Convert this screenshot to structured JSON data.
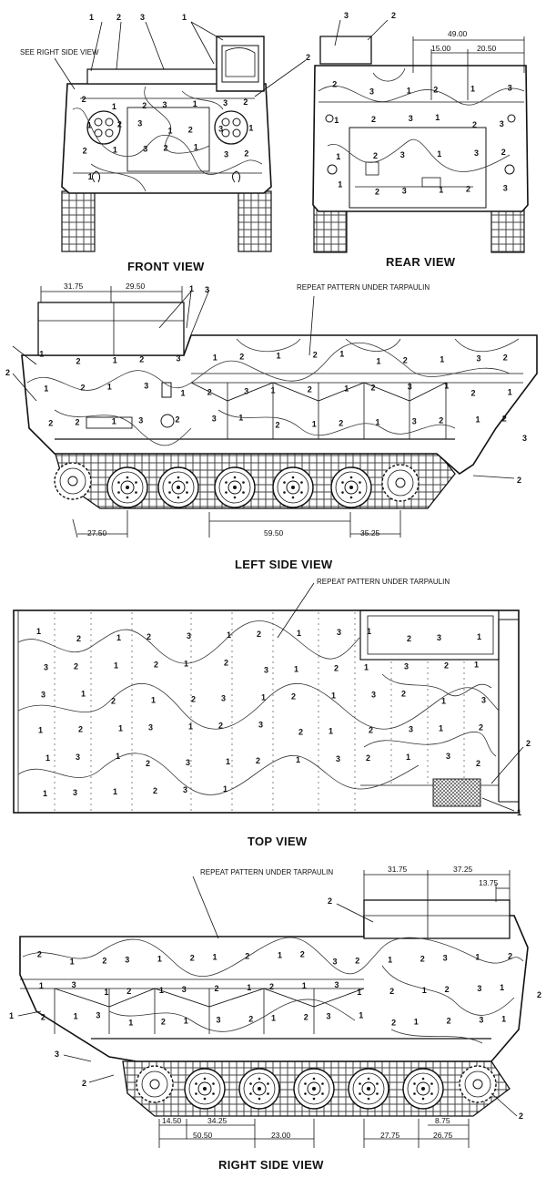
{
  "views": {
    "front": {
      "title": "FRONT VIEW",
      "note": "SEE RIGHT SIDE VIEW",
      "callouts": [
        "1",
        "2",
        "3",
        "1",
        "2"
      ]
    },
    "rear": {
      "title": "REAR VIEW",
      "dims": [
        "49.00",
        "15.00",
        "20.50"
      ],
      "callouts": [
        "3",
        "2"
      ]
    },
    "left": {
      "title": "LEFT SIDE VIEW",
      "note": "REPEAT PATTERN UNDER TARPAULIN",
      "dims_top": [
        "31.75",
        "29.50"
      ],
      "dims_bottom": [
        "27.50",
        "59.50",
        "35.25"
      ],
      "callouts": [
        "1",
        "3",
        "2",
        "3",
        "2"
      ]
    },
    "top": {
      "title": "TOP VIEW",
      "note": "REPEAT PATTERN UNDER TARPAULIN",
      "callouts": [
        "2",
        "1"
      ]
    },
    "right": {
      "title": "RIGHT SIDE VIEW",
      "note": "REPEAT PATTERN UNDER TARPAULIN",
      "dims_top": [
        "31.75",
        "37.25",
        "13.75"
      ],
      "dims_bottom": [
        "14.50",
        "34.25",
        "50.50",
        "23.00",
        "27.75",
        "26.75",
        "8.75"
      ],
      "callouts": [
        "2",
        "1",
        "2",
        "3",
        "2",
        "2"
      ]
    }
  },
  "pattern_numbers": {
    "front": [
      "2",
      "1",
      "2",
      "3",
      "1",
      "3",
      "2",
      "1",
      "2",
      "3",
      "1",
      "2",
      "3",
      "1",
      "2",
      "1",
      "3",
      "2",
      "1",
      "3",
      "2",
      "1"
    ],
    "rear": [
      "2",
      "3",
      "1",
      "2",
      "1",
      "3",
      "1",
      "2",
      "3",
      "1",
      "2",
      "3",
      "1",
      "2",
      "3",
      "1",
      "3",
      "2",
      "1",
      "2",
      "3",
      "1",
      "2",
      "3"
    ],
    "left": [
      "1",
      "2",
      "1",
      "2",
      "3",
      "1",
      "2",
      "1",
      "2",
      "1",
      "1",
      "2",
      "1",
      "3",
      "2",
      "1",
      "2",
      "1",
      "3",
      "1",
      "2",
      "3",
      "1",
      "2",
      "1",
      "2",
      "3",
      "1",
      "2",
      "1",
      "2",
      "2",
      "1",
      "3",
      "2",
      "3",
      "1",
      "2",
      "1",
      "2",
      "1",
      "3",
      "2",
      "1",
      "2"
    ],
    "top": [
      "1",
      "2",
      "1",
      "2",
      "3",
      "1",
      "2",
      "1",
      "3",
      "1",
      "2",
      "3",
      "1",
      "3",
      "2",
      "1",
      "2",
      "1",
      "2",
      "3",
      "1",
      "2",
      "1",
      "3",
      "2",
      "1",
      "3",
      "1",
      "2",
      "1",
      "2",
      "3",
      "1",
      "2",
      "1",
      "3",
      "2",
      "1",
      "3",
      "1",
      "2",
      "1",
      "3",
      "1",
      "2",
      "3",
      "2",
      "1",
      "2",
      "3",
      "1",
      "2",
      "1",
      "3",
      "1",
      "2",
      "3",
      "1",
      "2",
      "1",
      "3",
      "2",
      "1",
      "3",
      "2",
      "1",
      "3",
      "1",
      "2",
      "3",
      "1"
    ],
    "right": [
      "2",
      "1",
      "2",
      "3",
      "1",
      "2",
      "1",
      "2",
      "1",
      "2",
      "3",
      "2",
      "1",
      "2",
      "3",
      "1",
      "2",
      "1",
      "3",
      "1",
      "2",
      "1",
      "3",
      "2",
      "1",
      "2",
      "1",
      "3",
      "1",
      "2",
      "1",
      "2",
      "3",
      "1",
      "2",
      "1",
      "3",
      "1",
      "2",
      "1",
      "3",
      "2",
      "1",
      "2",
      "3",
      "1",
      "2",
      "1",
      "2",
      "3",
      "1"
    ]
  }
}
